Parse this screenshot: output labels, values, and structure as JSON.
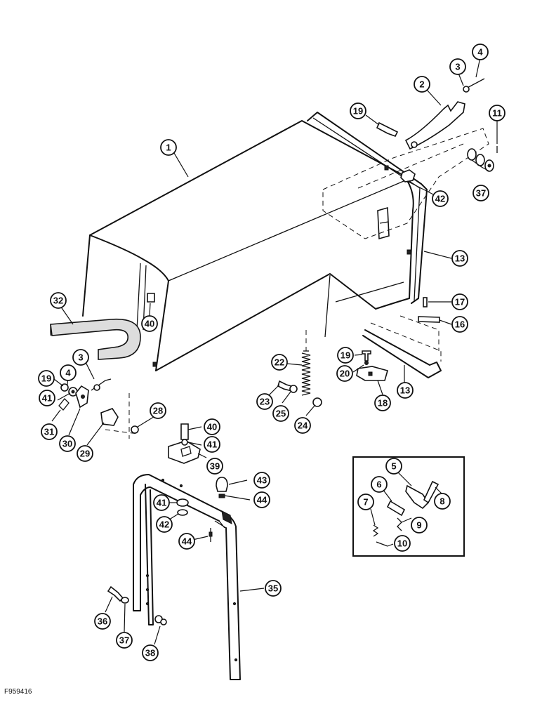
{
  "figure_id": "F959416",
  "callouts": [
    "1",
    "2",
    "3",
    "4",
    "11",
    "19",
    "42",
    "37",
    "13",
    "17",
    "16",
    "32",
    "40",
    "22",
    "19",
    "20",
    "18",
    "13",
    "3",
    "4",
    "19",
    "41",
    "31",
    "30",
    "29",
    "28",
    "23",
    "25",
    "24",
    "40",
    "41",
    "39",
    "43",
    "44",
    "41",
    "42",
    "44",
    "35",
    "36",
    "37",
    "38",
    "5",
    "6",
    "8",
    "7",
    "9",
    "10"
  ],
  "colors": {
    "ink": "#111111",
    "background": "#ffffff"
  }
}
